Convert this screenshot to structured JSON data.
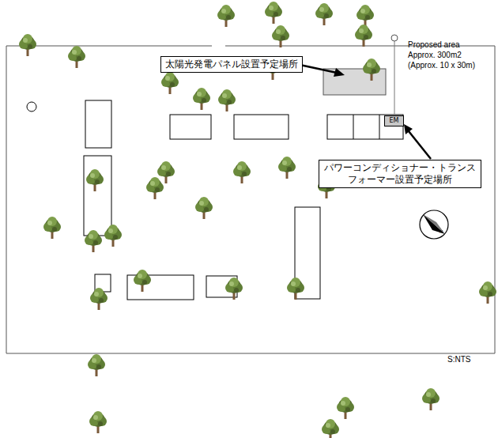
{
  "diagram": {
    "nodes": [
      {
        "text": [
          "太陽光発電パネル設置予定場所"
        ]
      },
      {
        "text": [
          "パワーコンディショナー・トランス フォーマー設置予定場所"
        ]
      },
      {
        "text": [
          "EM"
        ]
      }
    ],
    "labels": [
      "Proposed area",
      "Approx. 300m2",
      "(Approx. 10 x 30m)",
      "S:NTS",
      "N"
    ]
  }
}
